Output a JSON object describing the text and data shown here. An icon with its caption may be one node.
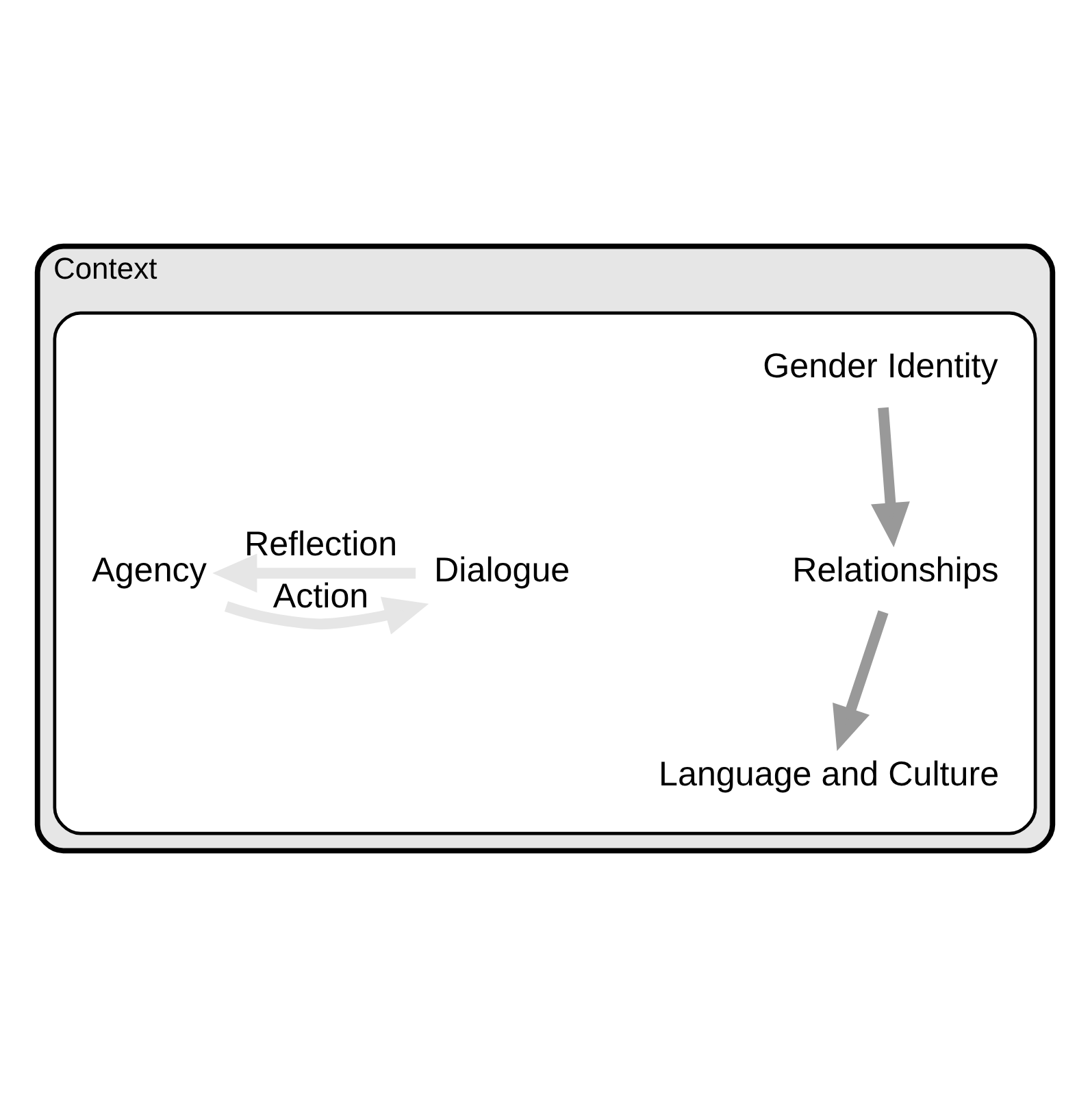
{
  "diagram": {
    "nodes": [
      {
        "text": [
          "Context"
        ]
      },
      {
        "text": [],
        "shape": "ellipse",
        "in": 0
      },
      {
        "text": [
          "Gender Identity"
        ],
        "in": 1
      },
      {
        "text": [
          "Dialogue"
        ],
        "in": 1
      },
      {
        "text": [
          "Relationships"
        ],
        "in": 1
      },
      {
        "text": [
          "Agency"
        ],
        "in": 1
      },
      {
        "text": [
          "Language and Culture"
        ],
        "in": 1
      }
    ],
    "edges": [
      {
        "from": 3,
        "to": 5,
        "arrow": "to",
        "label": "Reflection",
        "color": "#e6e6e6"
      },
      {
        "from": 5,
        "to": 3,
        "arrow": "to",
        "label": "Action",
        "color": "#e6e6e6"
      },
      {
        "from": 2,
        "to": 4,
        "arrow": "to"
      },
      {
        "from": 4,
        "to": 6,
        "arrow": "to"
      }
    ]
  }
}
